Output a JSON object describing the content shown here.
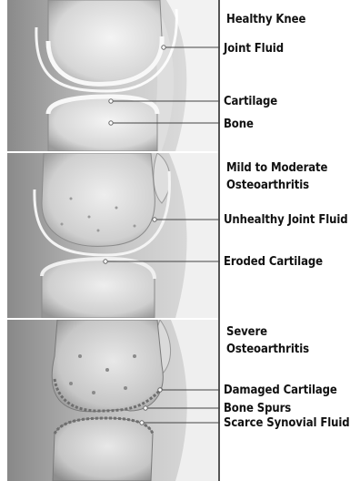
{
  "panels": [
    {
      "title": "Healthy Knee",
      "labels": [
        "Joint Fluid",
        "Cartilage",
        "Bone"
      ]
    },
    {
      "title_lines": [
        "Mild to Moderate",
        "Osteoarthritis"
      ],
      "labels": [
        "Unhealthy Joint Fluid",
        "Eroded Cartilage"
      ]
    },
    {
      "title_lines": [
        "Severe",
        "Osteoarthritis"
      ],
      "labels": [
        "Damaged Cartilage",
        "Bone Spurs",
        "Scarce Synovial Fluid"
      ]
    }
  ]
}
